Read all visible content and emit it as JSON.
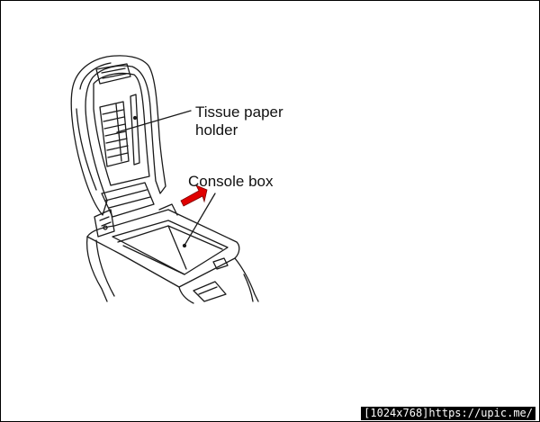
{
  "diagram": {
    "labels": {
      "tissue_paper_holder": "Tissue paper\nholder",
      "console_box": "Console box"
    },
    "arrow_color": "#e00000",
    "line_color": "#1a1a1a"
  },
  "watermark": {
    "text": "[1024x768]https://upic.me/"
  }
}
